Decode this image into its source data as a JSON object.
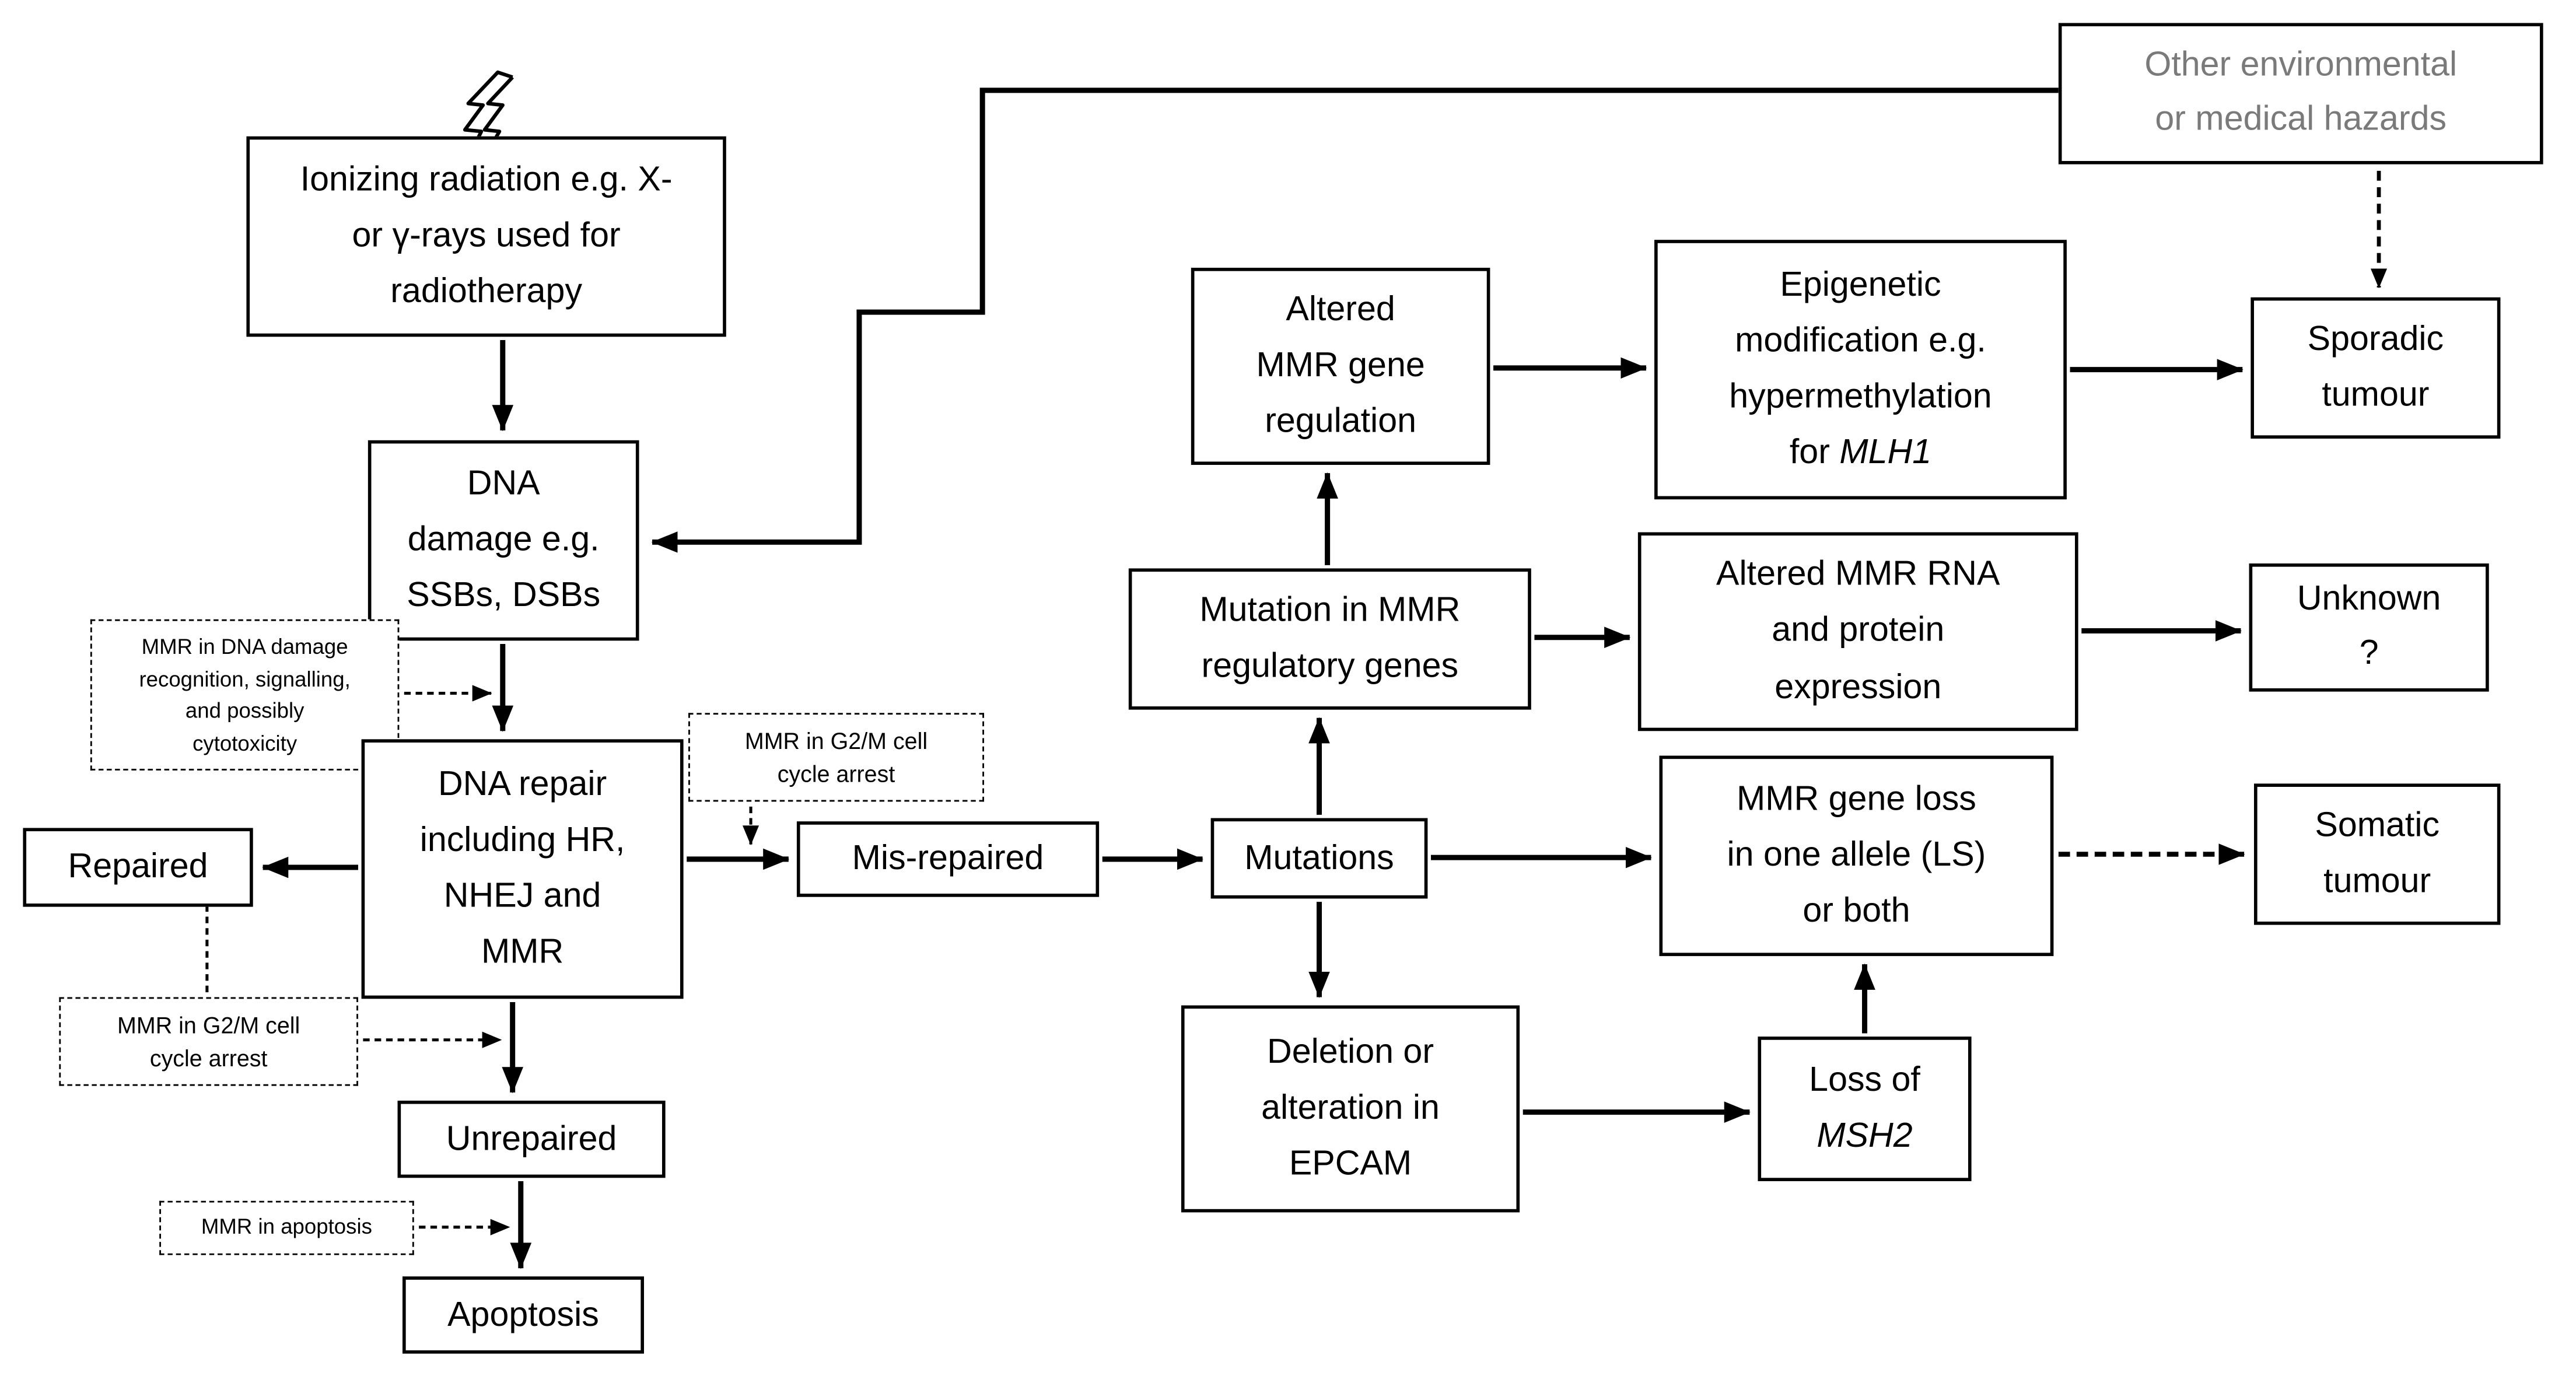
{
  "diagram": {
    "title": "MMR / DNA damage response and tumour development flowchart",
    "colors": {
      "background": "#ffffff",
      "line": "#000000",
      "box_border": "#000000",
      "text": "#000000",
      "hazards_text": "#7a7a7a"
    },
    "icons": [
      {
        "name": "lightning-bolt-icon",
        "meaning": "radiation strike hitting the Ionizing radiation box"
      }
    ],
    "nodes": [
      {
        "id": "ionizing",
        "style": "solid",
        "lines": [
          "Ionizing radiation e.g. X-",
          "or γ-rays used for",
          "radiotherapy"
        ]
      },
      {
        "id": "hazards",
        "style": "solid-gray-text",
        "lines": [
          "Other environmental",
          "or medical hazards"
        ]
      },
      {
        "id": "dna-damage",
        "style": "solid",
        "lines": [
          "DNA",
          "damage e.g.",
          "SSBs, DSBs"
        ]
      },
      {
        "id": "mmr-recognition",
        "style": "dashed",
        "lines": [
          "MMR in DNA damage",
          "recognition, signalling,",
          "and possibly",
          "cytotoxicity"
        ]
      },
      {
        "id": "dna-repair",
        "style": "solid",
        "lines": [
          "DNA repair",
          "including HR,",
          "NHEJ and",
          "MMR"
        ]
      },
      {
        "id": "mmr-g2m-top",
        "style": "dashed",
        "lines": [
          "MMR in G2/M cell",
          "cycle arrest"
        ]
      },
      {
        "id": "repaired",
        "style": "solid",
        "lines": [
          "Repaired"
        ]
      },
      {
        "id": "mmr-g2m-left",
        "style": "dashed",
        "lines": [
          "MMR in G2/M cell",
          "cycle arrest"
        ]
      },
      {
        "id": "unrepaired",
        "style": "solid",
        "lines": [
          "Unrepaired"
        ]
      },
      {
        "id": "mmr-apoptosis",
        "style": "dashed",
        "lines": [
          "MMR in apoptosis"
        ]
      },
      {
        "id": "apoptosis",
        "style": "solid",
        "lines": [
          "Apoptosis"
        ]
      },
      {
        "id": "mis-repaired",
        "style": "solid",
        "lines": [
          "Mis-repaired"
        ]
      },
      {
        "id": "mutations",
        "style": "solid",
        "lines": [
          "Mutations"
        ]
      },
      {
        "id": "altered-regulation",
        "style": "solid",
        "lines": [
          "Altered",
          "MMR gene",
          "regulation"
        ]
      },
      {
        "id": "epigenetic",
        "style": "solid",
        "lines": [
          "Epigenetic",
          "modification e.g.",
          "hypermethylation",
          "for MLH1"
        ],
        "italic": [
          "MLH1"
        ]
      },
      {
        "id": "sporadic",
        "style": "solid",
        "lines": [
          "Sporadic",
          "tumour"
        ]
      },
      {
        "id": "mutation-regulatory",
        "style": "solid",
        "lines": [
          "Mutation in MMR",
          "regulatory genes"
        ]
      },
      {
        "id": "altered-rna",
        "style": "solid",
        "lines": [
          "Altered MMR RNA",
          "and protein",
          "expression"
        ]
      },
      {
        "id": "unknown",
        "style": "solid",
        "lines": [
          "Unknown",
          "?"
        ]
      },
      {
        "id": "mmr-gene-loss",
        "style": "solid",
        "lines": [
          "MMR gene loss",
          "in one allele (LS)",
          "or both"
        ]
      },
      {
        "id": "somatic",
        "style": "solid",
        "lines": [
          "Somatic",
          "tumour"
        ]
      },
      {
        "id": "epcam",
        "style": "solid",
        "lines": [
          "Deletion or",
          "alteration in",
          "EPCAM"
        ]
      },
      {
        "id": "loss-msh2",
        "style": "solid",
        "lines": [
          "Loss of",
          "MSH2"
        ],
        "italic": [
          "MSH2"
        ]
      }
    ]
  }
}
